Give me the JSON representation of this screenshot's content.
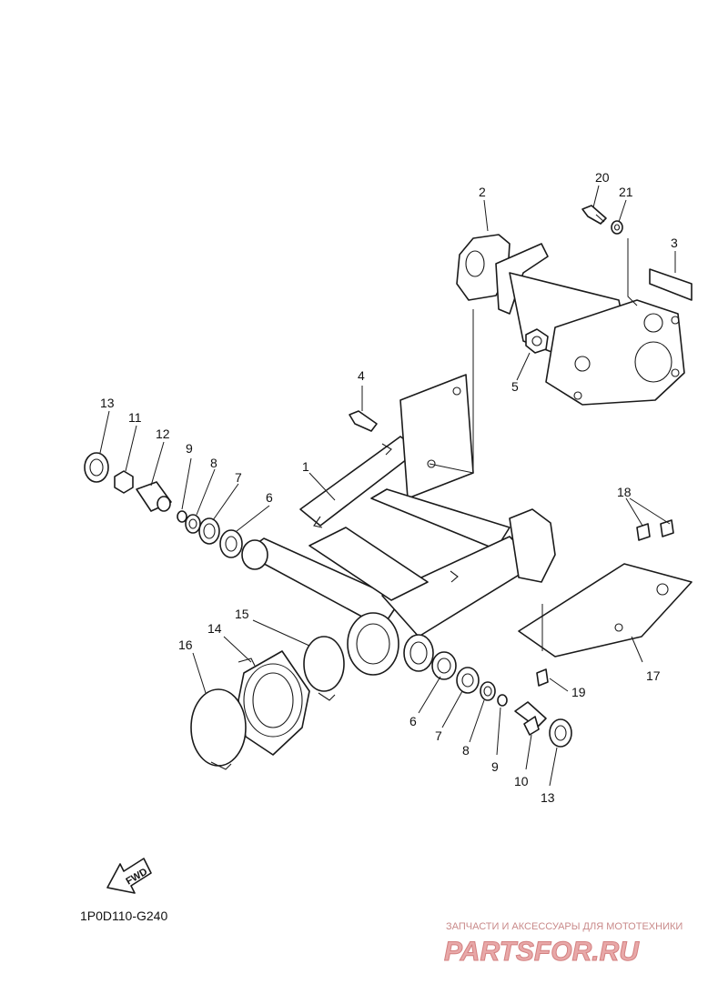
{
  "diagram": {
    "code": "1P0D110-G240",
    "fwd_label": "FWD",
    "callouts": [
      {
        "id": "c1",
        "text": "1"
      },
      {
        "id": "c2",
        "text": "2"
      },
      {
        "id": "c3",
        "text": "3"
      },
      {
        "id": "c4",
        "text": "4"
      },
      {
        "id": "c5",
        "text": "5"
      },
      {
        "id": "c6a",
        "text": "6"
      },
      {
        "id": "c7a",
        "text": "7"
      },
      {
        "id": "c8a",
        "text": "8"
      },
      {
        "id": "c9a",
        "text": "9"
      },
      {
        "id": "c11",
        "text": "11"
      },
      {
        "id": "c12",
        "text": "12"
      },
      {
        "id": "c13a",
        "text": "13"
      },
      {
        "id": "c14",
        "text": "14"
      },
      {
        "id": "c15",
        "text": "15"
      },
      {
        "id": "c16",
        "text": "16"
      },
      {
        "id": "c17",
        "text": "17"
      },
      {
        "id": "c18",
        "text": "18"
      },
      {
        "id": "c19",
        "text": "19"
      },
      {
        "id": "c20",
        "text": "20"
      },
      {
        "id": "c21",
        "text": "21"
      },
      {
        "id": "c6b",
        "text": "6"
      },
      {
        "id": "c7b",
        "text": "7"
      },
      {
        "id": "c8b",
        "text": "8"
      },
      {
        "id": "c9b",
        "text": "9"
      },
      {
        "id": "c10",
        "text": "10"
      },
      {
        "id": "c13b",
        "text": "13"
      }
    ]
  },
  "watermark": {
    "tagline": "ЗАПЧАСТИ И АКСЕССУАРЫ ДЛЯ МОТОТЕХНИКИ",
    "brand": "PARTSFOR.RU"
  }
}
